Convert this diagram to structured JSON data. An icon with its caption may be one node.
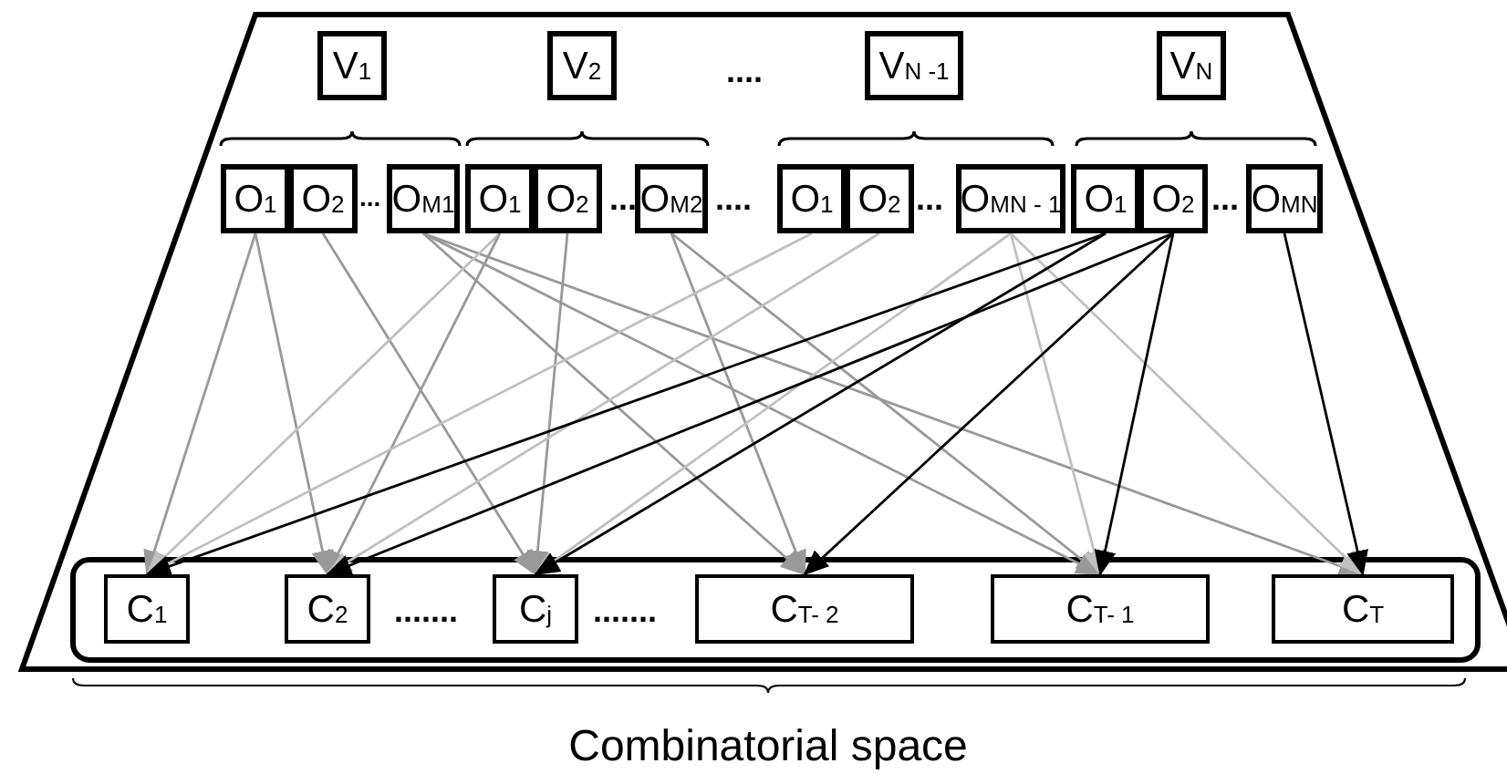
{
  "diagram": {
    "nodes": [
      {
        "text": [
          "V$_{1}$"
        ]
      },
      {
        "text": [
          "V$_{2}$"
        ]
      },
      {
        "text": [
          "V$_{N -1}$"
        ]
      },
      {
        "text": [
          "V$_{N}$"
        ]
      },
      {
        "text": [
          "O$_{1}$"
        ]
      },
      {
        "text": [
          "O$_{2}$"
        ]
      },
      {
        "text": [
          "O$_{M1}$"
        ]
      },
      {
        "text": [
          "O$_{1}$"
        ]
      },
      {
        "text": [
          "O$_{2}$"
        ]
      },
      {
        "text": [
          "O$_{M2}$"
        ]
      },
      {
        "text": [
          "O$_{1}$"
        ]
      },
      {
        "text": [
          "O$_{2}$"
        ]
      },
      {
        "text": [
          "O$_{MN - 1}$"
        ]
      },
      {
        "text": [
          "O$_{1}$"
        ]
      },
      {
        "text": [
          "O$_{2}$"
        ]
      },
      {
        "text": [
          "O$_{MN}$"
        ]
      },
      {
        "text": [
          "C$_{1}$"
        ]
      },
      {
        "text": [
          "C$_{2}$"
        ]
      },
      {
        "text": [
          "C$_{j}$"
        ]
      },
      {
        "text": [
          "C$_{T- 2}$"
        ]
      },
      {
        "text": [
          "C$_{T- 1}$"
        ]
      },
      {
        "text": [
          "C$_{T}$"
        ]
      }
    ],
    "edges": [
      {
        "from": 4,
        "to": 16,
        "arrow": "to"
      },
      {
        "from": 4,
        "to": 17,
        "arrow": "to"
      },
      {
        "from": 5,
        "to": 18,
        "arrow": "to"
      },
      {
        "from": 6,
        "to": 19,
        "arrow": "to"
      },
      {
        "from": 6,
        "to": 20,
        "arrow": "to"
      },
      {
        "from": 6,
        "to": 21,
        "arrow": "to"
      },
      {
        "from": 7,
        "to": 16,
        "arrow": "to",
        "color": "#c0c0c0"
      },
      {
        "from": 7,
        "to": 17,
        "arrow": "to"
      },
      {
        "from": 8,
        "to": 18,
        "arrow": "to"
      },
      {
        "from": 9,
        "to": 19,
        "arrow": "to"
      },
      {
        "from": 9,
        "to": 20,
        "arrow": "to"
      },
      {
        "from": 10,
        "to": 16,
        "arrow": "to",
        "color": "#c0c0c0"
      },
      {
        "from": 11,
        "to": 17,
        "arrow": "to",
        "color": "#c0c0c0"
      },
      {
        "from": 12,
        "to": 18,
        "arrow": "to",
        "color": "#c0c0c0"
      },
      {
        "from": 12,
        "to": 20,
        "arrow": "to",
        "color": "#c0c0c0"
      },
      {
        "from": 12,
        "to": 21,
        "arrow": "to",
        "color": "#c0c0c0"
      },
      {
        "from": 13,
        "to": 16,
        "arrow": "to",
        "color": "#000000"
      },
      {
        "from": 13,
        "to": 18,
        "arrow": "to",
        "color": "#000000"
      },
      {
        "from": 14,
        "to": 17,
        "arrow": "to",
        "color": "#000000"
      },
      {
        "from": 14,
        "to": 19,
        "arrow": "to",
        "color": "#000000"
      },
      {
        "from": 14,
        "to": 20,
        "arrow": "to",
        "color": "#000000"
      },
      {
        "from": 15,
        "to": 21,
        "arrow": "to",
        "color": "#000000"
      }
    ],
    "labels": [
      "....",
      "...",
      "...",
      "....",
      "...",
      "...",
      ".......",
      ".......",
      "Combinatorial space"
    ]
  }
}
